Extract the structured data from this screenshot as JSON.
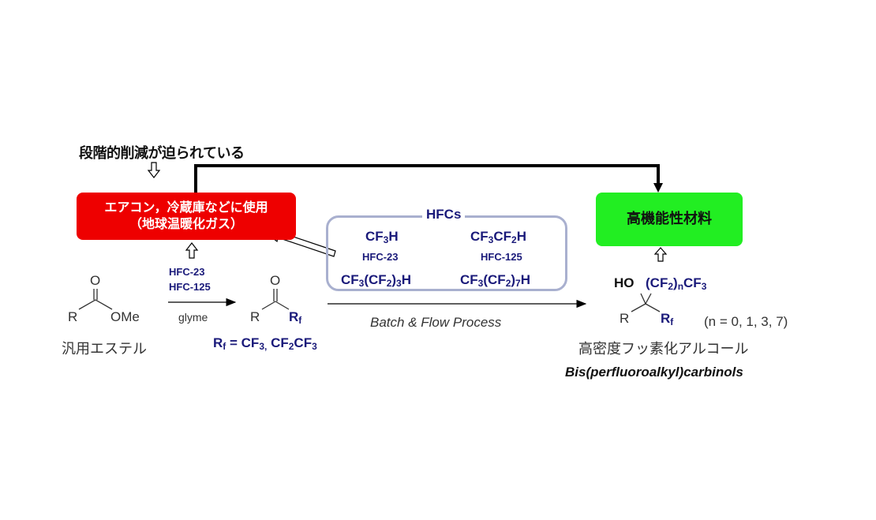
{
  "top_note": "段階的削減が迫られている",
  "red_box": {
    "line1": "エアコン，冷蔵庫などに使用",
    "line2": "（地球温暖化ガス）",
    "color": "#ee0000"
  },
  "green_box": {
    "label": "高機能性材料",
    "color": "#22ee22"
  },
  "hfc_box": {
    "title": "HFCs",
    "items": [
      {
        "formula_parts": [
          "CF",
          "3",
          "H"
        ],
        "code": "HFC-23"
      },
      {
        "formula_parts": [
          "CF",
          "3",
          "CF",
          "2",
          "H"
        ],
        "code": "HFC-125"
      },
      {
        "formula_parts": [
          "CF",
          "3",
          "(CF",
          "2",
          ")",
          "3",
          "H"
        ]
      },
      {
        "formula_parts": [
          "CF",
          "3",
          "(CF",
          "2",
          ")",
          "7",
          "H"
        ]
      }
    ],
    "border_color": "#a9b0cf"
  },
  "ester": {
    "o_label": "O",
    "r_label": "R",
    "ome_label": "OMe",
    "caption": "汎用エステル"
  },
  "reaction1": {
    "reagent1": "HFC-23",
    "reagent2": "HFC-125",
    "solvent": "glyme"
  },
  "ketone": {
    "o_label": "O",
    "r_label": "R",
    "rf_main": "R",
    "rf_sub": "f",
    "definition": {
      "r": "R",
      "f": "f",
      "eq": " = CF",
      "s1": "3,",
      "mid": " CF",
      "s2": "2",
      "end": "CF",
      "s3": "3"
    }
  },
  "reaction2": {
    "label": "Batch & Flow Process"
  },
  "product": {
    "ho_label": "HO",
    "chain": {
      "a": "(CF",
      "b": "2",
      "c": ")",
      "d": "n",
      "e": "CF",
      "f": "3"
    },
    "r_label": "R",
    "rf_main": "R",
    "rf_sub": "f",
    "n_values": "(n = 0, 1, 3, 7)",
    "caption_jp": "高密度フッ素化アルコール",
    "caption_en": "Bis(perfluoroalkyl)carbinols"
  },
  "colors": {
    "navy": "#1a1a7a",
    "arrow": "#000000"
  }
}
